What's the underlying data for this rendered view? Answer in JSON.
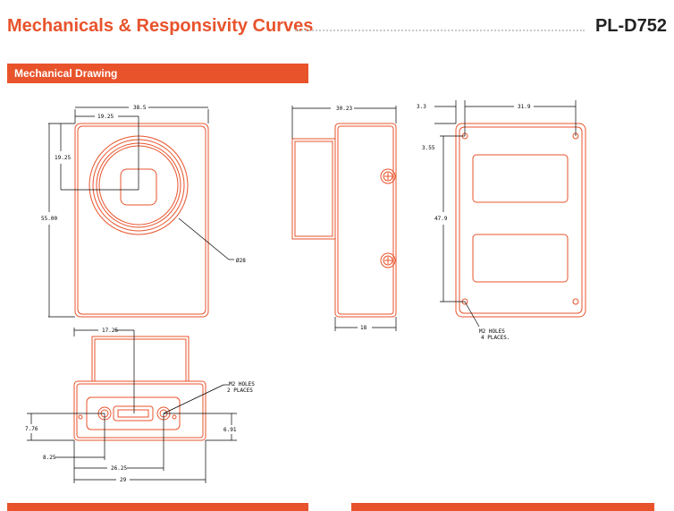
{
  "header": {
    "title": "Mechanicals & Responsivity Curves",
    "model": "PL-D752"
  },
  "section": {
    "title": "Mechanical Drawing"
  },
  "dimensions": {
    "front_width": "38.5",
    "front_center_x": "19.25",
    "front_center_y": "19.25",
    "front_height": "55.00",
    "lens_diameter": "Ø28",
    "side_depth": "30.23",
    "side_bottom": "18",
    "back_edge": "3.3",
    "back_hole_spacing_x": "31.9",
    "back_hole_offset_y": "3.55",
    "back_hole_spacing_y": "47.9",
    "back_holes_note_1": "M2 HOLES",
    "back_holes_note_2": "4 PLACES.",
    "bottom_center_x": "17.25",
    "bottom_holes_note_1": "M2 HOLES",
    "bottom_holes_note_2": "2 PLACES",
    "bottom_left_h": "7.76",
    "bottom_right_h": "6.91",
    "bottom_hole1_x": "8.25",
    "bottom_hole2_x": "26.25",
    "bottom_width": "29"
  }
}
